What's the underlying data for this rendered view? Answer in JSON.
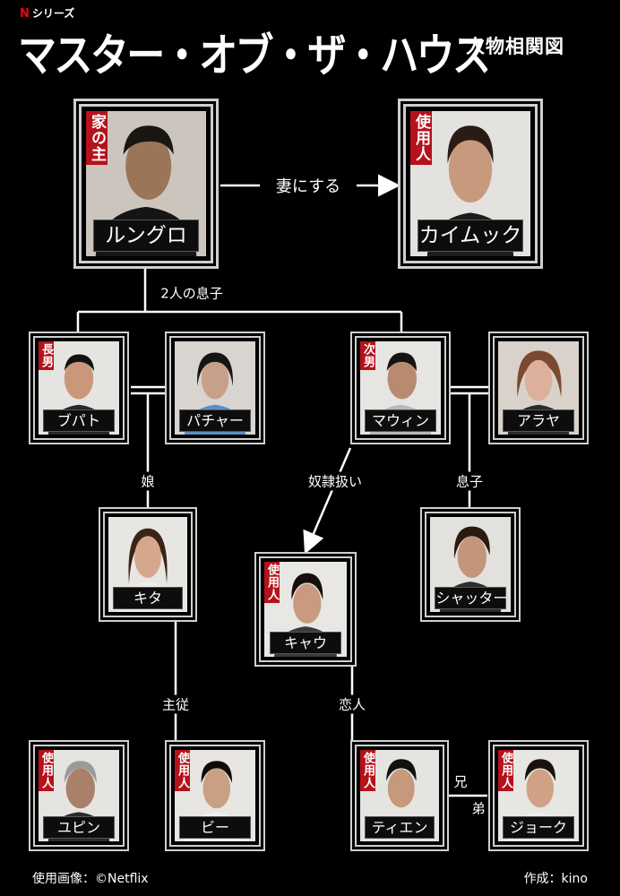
{
  "header": {
    "series_mark": "N",
    "series_label": "シリーズ",
    "title": "マスター・オブ・ザ・ハウス",
    "subtitle": "人物相関図"
  },
  "characters": {
    "rungro": {
      "name": "ルングロ",
      "tag": "家の主"
    },
    "kaimuk": {
      "name": "カイムック",
      "tag": "使用人"
    },
    "buphat": {
      "name": "ブパト",
      "tag": "長男"
    },
    "pacha": {
      "name": "パチャー",
      "tag": ""
    },
    "mawin": {
      "name": "マウィン",
      "tag": "次男"
    },
    "araya": {
      "name": "アラヤ",
      "tag": ""
    },
    "kita": {
      "name": "キタ",
      "tag": ""
    },
    "chattar": {
      "name": "シャッター",
      "tag": ""
    },
    "kyao": {
      "name": "キャウ",
      "tag": "使用人"
    },
    "yupin": {
      "name": "ユピン",
      "tag": "使用人"
    },
    "bee": {
      "name": "ビー",
      "tag": "使用人"
    },
    "tien": {
      "name": "ティエン",
      "tag": "使用人"
    },
    "joke": {
      "name": "ジョーク",
      "tag": "使用人"
    }
  },
  "relations": {
    "marry": "妻にする",
    "two_sons": "2人の息子",
    "daughter": "娘",
    "enslave": "奴隷扱い",
    "son": "息子",
    "master_servant": "主従",
    "lovers": "恋人",
    "older_brother": "兄",
    "younger_brother": "弟"
  },
  "footer": {
    "image_credit": "使用画像：©Netflix",
    "author_credit": "作成：kino"
  },
  "colors": {
    "background": "#000000",
    "tag_red": "#b5121b",
    "frame": "#cfcfcf",
    "netflix_red": "#e50914"
  }
}
